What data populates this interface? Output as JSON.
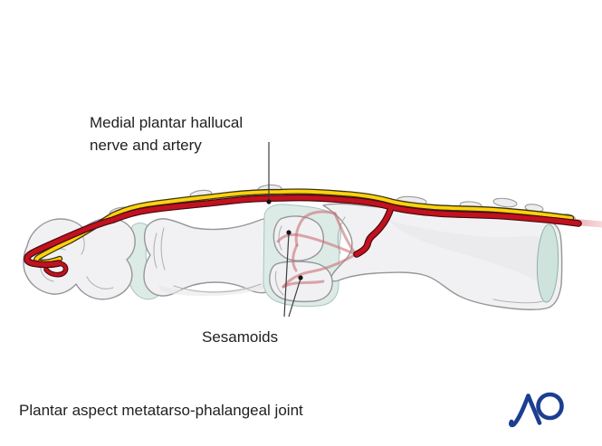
{
  "figure": {
    "labels": {
      "nerve_artery": "Medial plantar hallucal\nnerve and artery",
      "sesamoids": "Sesamoids"
    },
    "caption": "Plantar aspect metatarso-phalangeal joint",
    "logo": {
      "text": "AO",
      "color": "#1c3e92"
    },
    "colors": {
      "background": "#ffffff",
      "artery_red": "#c1121f",
      "nerve_yellow": "#fdd20d",
      "vessel_branch_pink": "#c97278",
      "bone_fill": "#f1f1f3",
      "bone_outline": "#97979a",
      "cartilage_teal": "#dcebe6",
      "label_text": "#212121"
    }
  }
}
